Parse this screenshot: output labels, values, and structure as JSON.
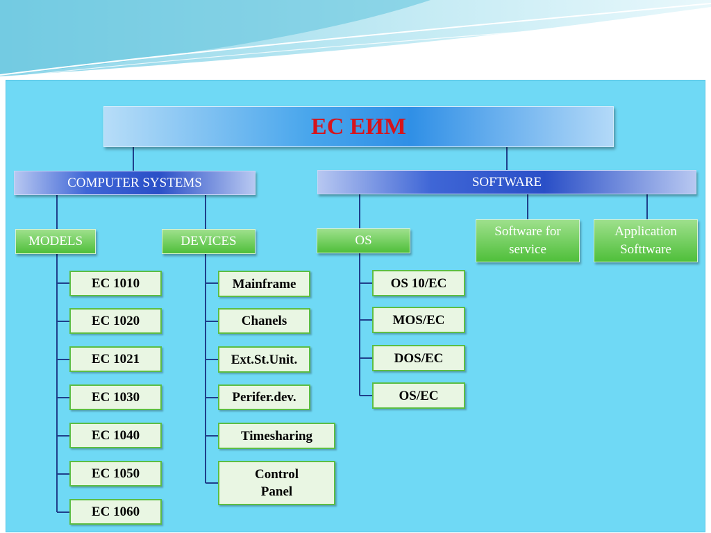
{
  "title": "EC ЕИМ",
  "categories": {
    "computer_systems": "COMPUTER SYSTEMS",
    "software": "SOFTWARE"
  },
  "groups": {
    "models": "MODELS",
    "devices": "DEVICES",
    "os": "OS",
    "software_for_service": "Software for service",
    "application_software": "Application Softtware"
  },
  "models": [
    "EC 1010",
    "EC 1020",
    "EC 1021",
    "EC 1030",
    "EC 1040",
    "EC 1050",
    "EC 1060"
  ],
  "devices": [
    "Mainframe",
    "Chanels",
    "Ext.St.Unit.",
    "Perifer.dev.",
    "Timesharing",
    "Control Panel"
  ],
  "os_list": [
    "OS 10/EC",
    "MOS/EC",
    "DOS/EC",
    "OS/EC"
  ],
  "colors": {
    "title_text": "#d6141c",
    "background": "#6fd9f5",
    "connector": "#1f3f8a",
    "leaf_border": "#5cbe44"
  }
}
